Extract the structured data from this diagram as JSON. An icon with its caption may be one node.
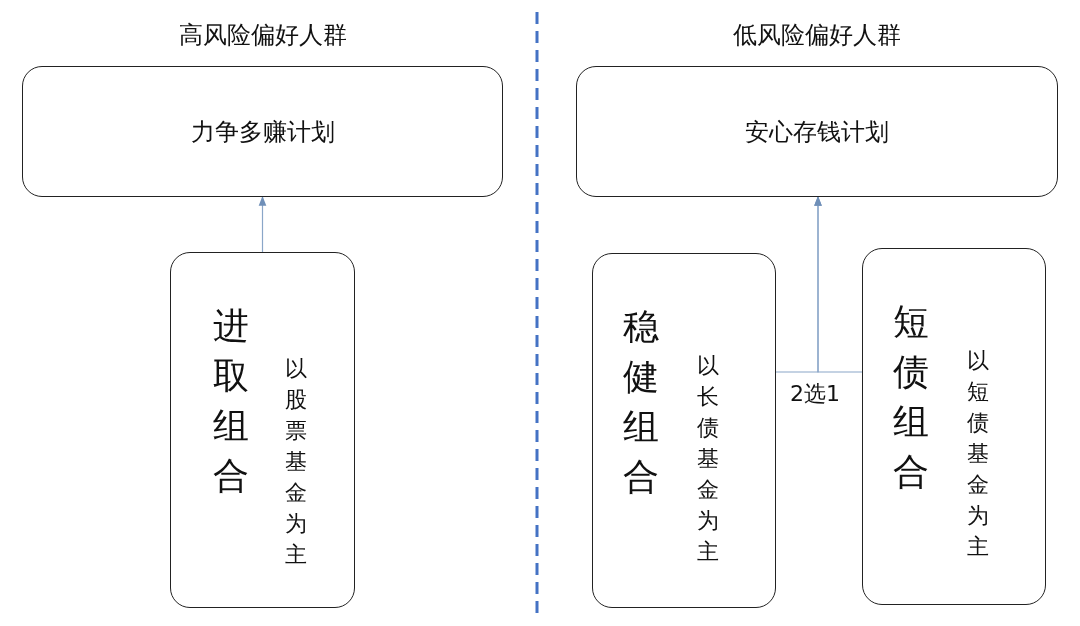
{
  "diagram": {
    "nodes": [
      {
        "text": [
          "高风险偏好人群",
          "力争多赚计划"
        ]
      },
      {
        "text": [
          "进取组合",
          "以股票基金为主"
        ]
      },
      {
        "text": [
          "低风险偏好人群",
          "安心存钱计划"
        ]
      },
      {
        "text": [
          "稳健组合",
          "以长债基金为主"
        ]
      },
      {
        "text": [
          "短债组合",
          "以短债基金为主"
        ]
      }
    ],
    "edges": [
      {
        "from": 1,
        "to": 0,
        "arrow": "to"
      },
      {
        "from": 3,
        "to": 2,
        "arrow": "to",
        "label": "2选1"
      },
      {
        "from": 4,
        "to": 2,
        "arrow": "to"
      }
    ]
  }
}
